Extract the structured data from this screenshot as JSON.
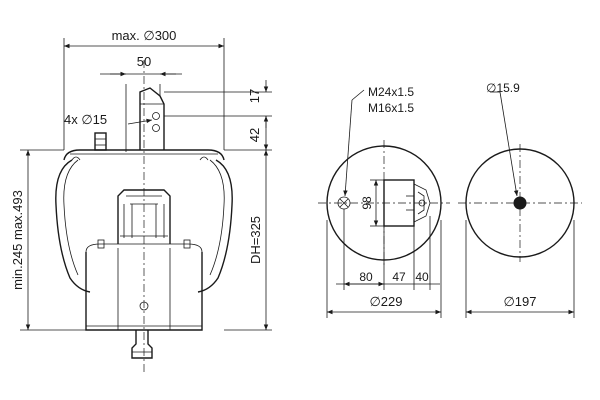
{
  "left_view": {
    "max_diameter": "max. ∅300",
    "bracket_spacing": "50",
    "holes": "4x  ∅15",
    "offset_top": "17",
    "offset_bottom": "42",
    "height_range": "min.245 max.493",
    "design_height": "DH=325"
  },
  "middle_view": {
    "thread_1": "M24x1.5",
    "thread_2": "M16x1.5",
    "bracket_height": "98",
    "offset_1": "80",
    "offset_2": "47",
    "offset_3": "40",
    "diameter": "∅229"
  },
  "right_view": {
    "center_hole": "∅15.9",
    "diameter": "∅197"
  }
}
